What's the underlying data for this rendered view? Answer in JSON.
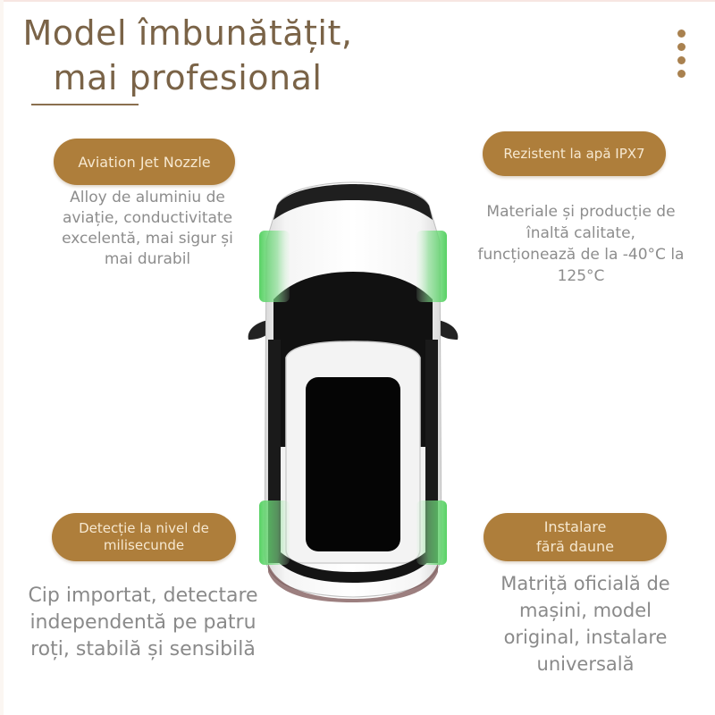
{
  "header": {
    "title_lines": [
      "Model îmbunătățit,",
      "mai profesional"
    ],
    "menu_icon": "vertical-dots-icon"
  },
  "features": [
    {
      "position": "top-left",
      "badge_lines": [
        "Aviation Jet Nozzle"
      ],
      "description_lines": [
        "Alloy de aluminiu de",
        "aviație, conductivitate",
        "excelentă, mai sigur și",
        "mai durabil"
      ]
    },
    {
      "position": "top-right",
      "badge_lines": [
        "Rezistent la apă IPX7"
      ],
      "description_lines": [
        "Materiale și producție de",
        "înaltă calitate,",
        "funcționează de la -40°C la",
        "125°C"
      ]
    },
    {
      "position": "bottom-left",
      "badge_lines": [
        "Detecție la nivel de",
        "milisecunde"
      ],
      "description_lines": [
        "Cip importat, detectare",
        "independentă pe patru",
        "roți, stabilă și sensibilă"
      ]
    },
    {
      "position": "bottom-right",
      "badge_lines": [
        "Instalare",
        "fără daune"
      ],
      "description_lines": [
        "Matriță oficială de",
        "mașini, model",
        "original, instalare",
        "universală"
      ]
    }
  ],
  "car": {
    "view": "top-down",
    "sensor_highlight_color": "#5fd46a",
    "sensor_count": 4
  },
  "colors": {
    "title": "#7a6347",
    "badge_bg": "#ae7e3b",
    "badge_text": "#f6e8d0",
    "description": "#8d8d8d",
    "dots": "#a9814f"
  }
}
